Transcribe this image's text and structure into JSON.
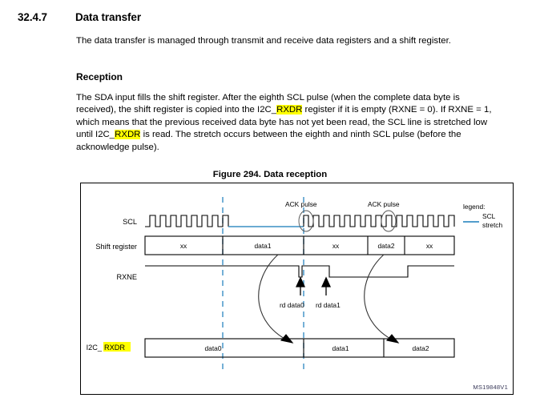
{
  "document": {
    "section_number": "32.4.7",
    "section_title": "Data transfer",
    "intro_paragraph": "The data transfer is managed through transmit and receive data registers and a shift register.",
    "subsection_title": "Reception",
    "reception_paragraph": {
      "part1": "The SDA input fills the shift register. After the eighth SCL pulse (when the complete data byte is received), the shift register is copied into the I2C_",
      "highlight1": "RXDR",
      "part2": " register if it is empty (RXNE = 0). If RXNE = 1, which means that the previous received data byte has not yet been read, the SCL line is stretched low until I2C_",
      "highlight2": "RXDR",
      "part3": " is read. The stretch occurs between the eighth and ninth SCL pulse (before the acknowledge pulse)."
    }
  },
  "figure": {
    "caption": "Figure 294. Data reception",
    "identifier": "MS19848V1",
    "signals": {
      "scl": "SCL",
      "shift_register": "Shift register",
      "rxne": "RXNE",
      "i2c_rxdr_prefix": "I2C_",
      "i2c_rxdr_highlight": "RXDR"
    },
    "annotations": {
      "ack_pulse_1": "ACK pulse",
      "ack_pulse_2": "ACK pulse",
      "rd_data0": "rd data0",
      "rd_data1": "rd data1"
    },
    "legend": {
      "title": "legend:",
      "line1": "SCL",
      "line2": "stretch"
    },
    "shift_register_values": [
      "xx",
      "data1",
      "xx",
      "data2",
      "xx"
    ],
    "rxdr_values": [
      "data0",
      "data1",
      "data2"
    ],
    "colors": {
      "stretch_blue": "#3a8fc4",
      "highlight_yellow": "#ffff00",
      "line_black": "#000000"
    }
  }
}
